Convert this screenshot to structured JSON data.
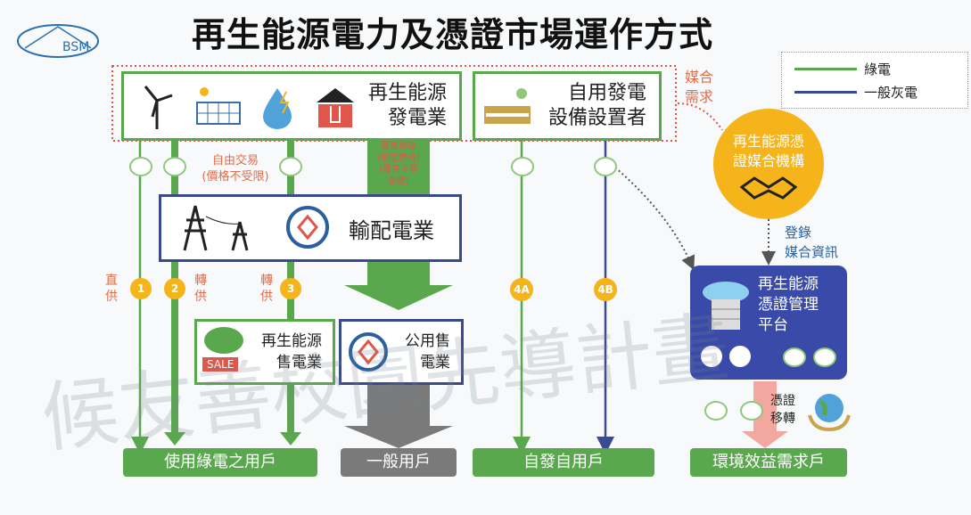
{
  "title": "再生能源電力及憑證市場運作方式",
  "logo_text": "BSM",
  "legend": {
    "green": "綠電",
    "gray": "一般灰電"
  },
  "colors": {
    "green": "#5aa84e",
    "navy": "#3a4a8c",
    "gold": "#f4b41a",
    "orange": "#e26d4c",
    "gray": "#7a7a7a"
  },
  "nodes": {
    "generator": [
      "再生能源",
      "發電業"
    ],
    "self_generator": [
      "自用發電",
      "設備設置者"
    ],
    "match_request": [
      "媒合",
      "需求"
    ],
    "matching_agency": [
      "再生能源憑",
      "證媒合機構"
    ],
    "register": [
      "登錄",
      "媒合資訊"
    ],
    "grid": "輸配電業",
    "platform": [
      "再生能源",
      "憑證管理",
      "平台"
    ],
    "retailer": [
      "再生能源",
      "售電業"
    ],
    "public_retailer": [
      "公用售",
      "電業"
    ],
    "cert_transfer": [
      "憑證",
      "移轉"
    ]
  },
  "annotations": {
    "free_trade": [
      "自由交易",
      "(價格不受限)"
    ],
    "fit": [
      "躉售制度",
      "(固定價格)",
      "(躉售不發",
      "憑證)"
    ],
    "direct": [
      "直",
      "供"
    ],
    "wheel1": [
      "轉",
      "供"
    ],
    "wheel2": [
      "轉",
      "供"
    ]
  },
  "sale_tag": "SALE",
  "paths": [
    "1",
    "2",
    "3",
    "4A",
    "4B"
  ],
  "consumers": {
    "green_users": "使用綠電之用戶",
    "general_users": "一般用戶",
    "self_users": "自發自用戶",
    "env_users": "環境效益需求戶"
  },
  "watermark": "候友善校園先導計畫"
}
